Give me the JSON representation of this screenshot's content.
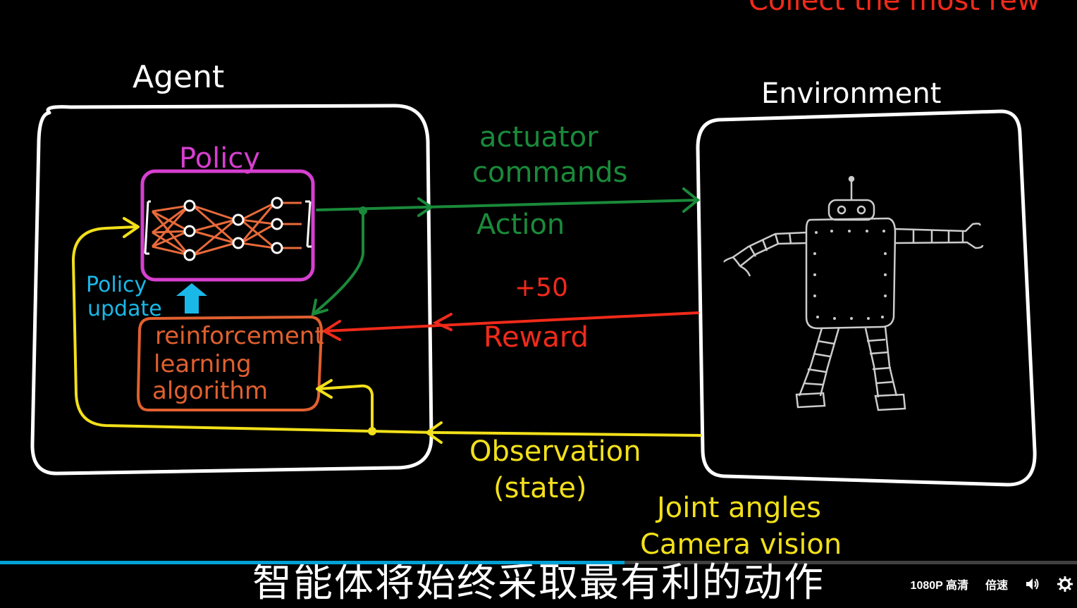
{
  "colors": {
    "background": "#000000",
    "box": "#ffffff",
    "policy": "#d63fd0",
    "network": "#e86a3a",
    "action": "#1a8a3a",
    "reward": "#f02a1a",
    "observation": "#f2e01a",
    "update": "#1ab8e8",
    "rl_box": "#e06030",
    "robot": "#cccccc",
    "progress": "#00a1d6"
  },
  "diagram": {
    "top_text": "Collect the most rew",
    "agent_label": "Agent",
    "environment_label": "Environment",
    "policy_label": "Policy",
    "policy_update_line1": "Policy",
    "policy_update_line2": "update",
    "rl_line1": "reinforcement",
    "rl_line2": "learning",
    "rl_line3": "algorithm",
    "actuator_line1": "actuator",
    "actuator_line2": "commands",
    "action_label": "Action",
    "reward_value": "+50",
    "reward_label": "Reward",
    "observation_line1": "Observation",
    "observation_line2": "(state)",
    "joint_angles": "Joint angles",
    "camera_vision": "Camera vision"
  },
  "player": {
    "subtitle": "智能体将始终采取最有利的动作",
    "progress": 0.58,
    "quality_label": "1080P 高清",
    "speed_label": "倍速",
    "volume_icon": "volume-icon",
    "settings_icon": "gear-icon"
  }
}
